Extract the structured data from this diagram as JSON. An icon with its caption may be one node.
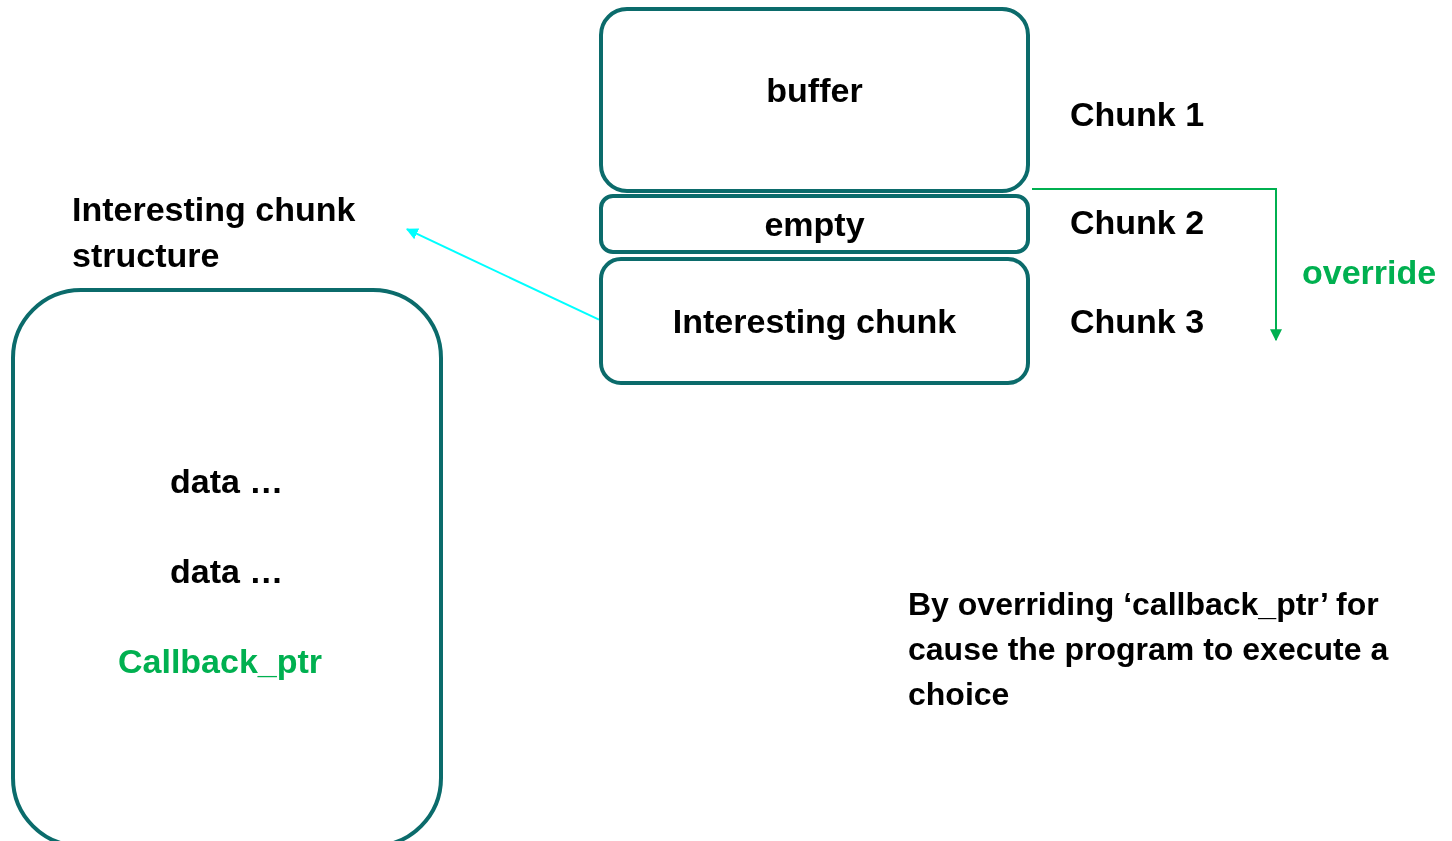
{
  "diagram": {
    "nodes": [
      {
        "text": [
          "buffer"
        ],
        "beside": [
          "Chunk 1"
        ]
      },
      {
        "text": [
          "empty"
        ],
        "beside": [
          "Chunk 2"
        ]
      },
      {
        "text": [
          "Interesting chunk"
        ],
        "beside": [
          "Chunk 3"
        ]
      },
      {
        "text": [
          "Interesting chunk structure"
        ]
      },
      {
        "text": [
          "data …",
          "data …",
          "Callback_ptr"
        ]
      }
    ],
    "edges": [
      {
        "from": 2,
        "to": 3,
        "arrow": "to",
        "color": "#00ffff"
      },
      {
        "from": 0,
        "to": null,
        "arrow": "to",
        "label": "override",
        "color": "#00b050"
      }
    ],
    "labels": [
      "By overriding ‘callback_ptr’ for cause the program to execute a choice"
    ]
  }
}
